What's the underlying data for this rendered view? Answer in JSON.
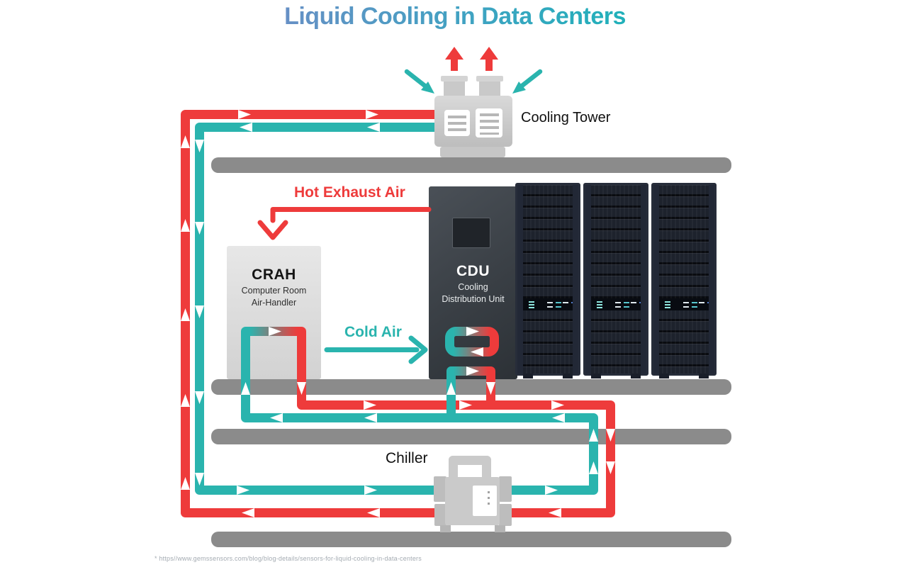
{
  "title": "Liquid Cooling in Data Centers",
  "labels": {
    "cooling_tower": "Cooling Tower",
    "hot_exhaust_air": "Hot Exhaust Air",
    "cold_air": "Cold Air",
    "chiller": "Chiller"
  },
  "crah": {
    "abbr": "CRAH",
    "line1": "Computer Room",
    "line2": "Air-Handler"
  },
  "cdu": {
    "abbr": "CDU",
    "line1": "Cooling",
    "line2": "Distribution Unit"
  },
  "footer": {
    "source_note": "* https//www.gemssensors.com/blog/blog-details/sensors-for-liquid-cooling-in-data-centers"
  },
  "colors": {
    "hot_loop": "#ee3b3b",
    "cold_loop": "#2ab4ae",
    "floor_slab": "#8b8b8b",
    "title_gradient": [
      "#8a7ec8",
      "#3fa3c2",
      "#1ab3b8"
    ]
  }
}
